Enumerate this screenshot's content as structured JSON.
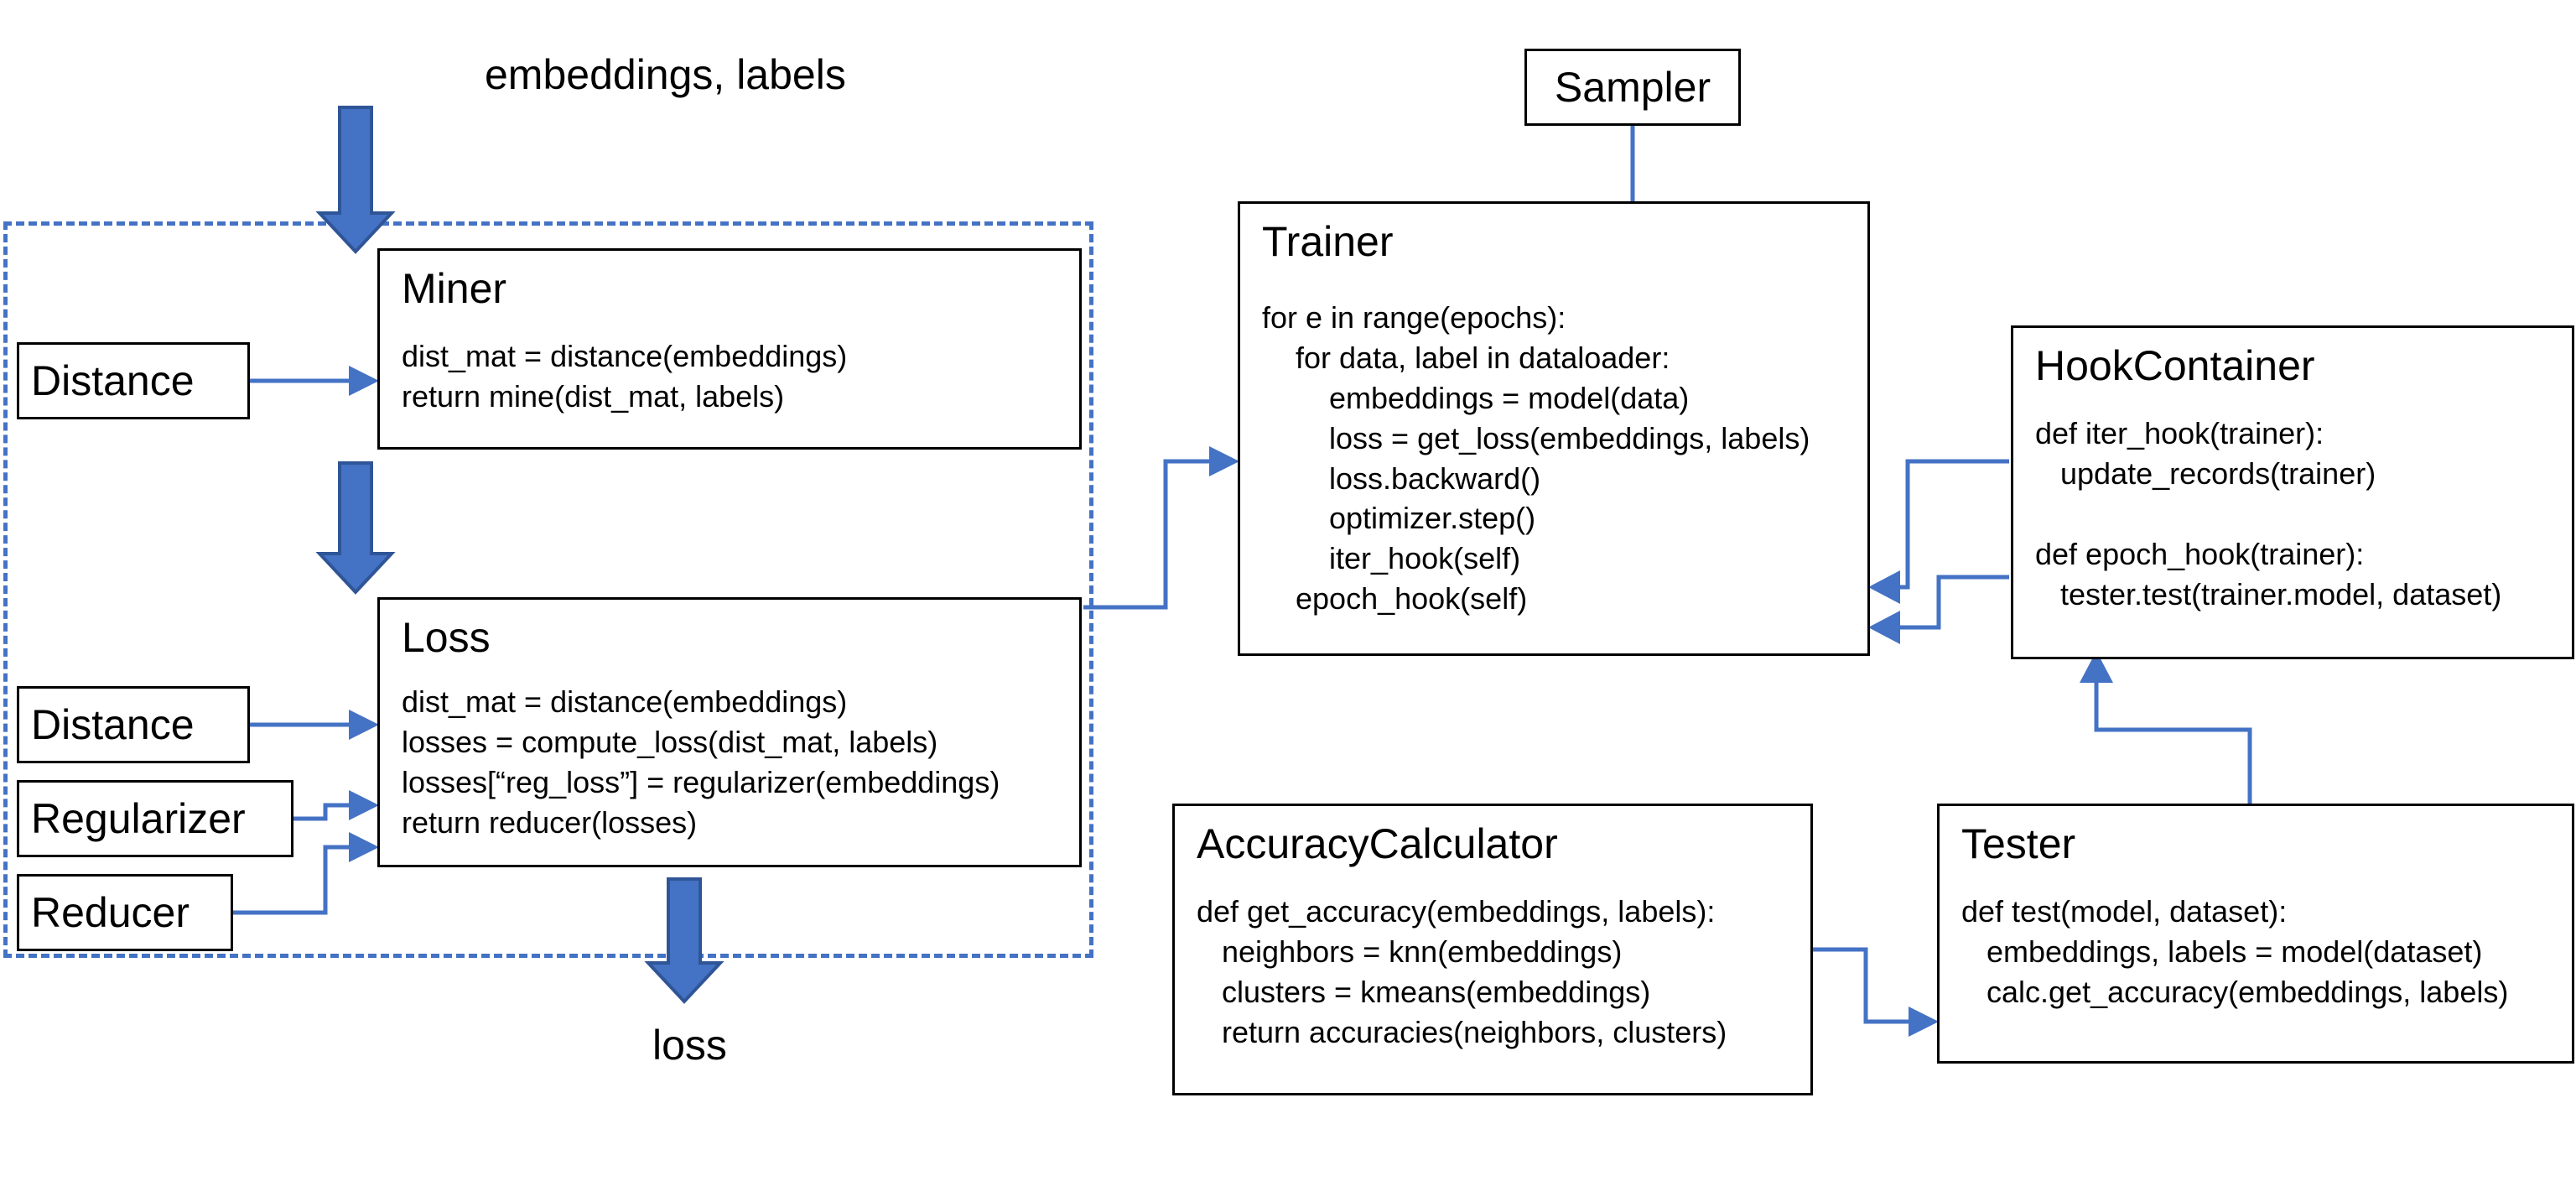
{
  "diagram": {
    "title_labels": {
      "input": "embeddings, labels",
      "output": "loss"
    },
    "boxes": [
      {
        "id": "miner",
        "title": "Miner",
        "code": "dist_mat = distance(embeddings)\nreturn mine(dist_mat, labels)"
      },
      {
        "id": "loss",
        "title": "Loss",
        "code": "dist_mat = distance(embeddings)\nlosses = compute_loss(dist_mat, labels)\nlosses[“reg_loss”] = regularizer(embeddings)\nreturn reducer(losses)"
      },
      {
        "id": "trainer",
        "title": "Trainer",
        "code": "for e in range(epochs):\n    for data, label in dataloader:\n        embeddings = model(data)\n        loss = get_loss(embeddings, labels)\n        loss.backward()\n        optimizer.step()\n        iter_hook(self)\n    epoch_hook(self)"
      },
      {
        "id": "hookcontainer",
        "title": "HookContainer",
        "code": "def iter_hook(trainer):\n   update_records(trainer)\n\ndef epoch_hook(trainer):\n   tester.test(trainer.model, dataset)"
      },
      {
        "id": "accuracycalculator",
        "title": "AccuracyCalculator",
        "code": "def get_accuracy(embeddings, labels):\n   neighbors = knn(embeddings)\n   clusters = kmeans(embeddings)\n   return accuracies(neighbors, clusters)"
      },
      {
        "id": "tester",
        "title": "Tester",
        "code": "def test(model, dataset):\n   embeddings, labels = model(dataset)\n   calc.get_accuracy(embeddings, labels)"
      }
    ],
    "small_boxes": [
      {
        "id": "distance-miner",
        "label": "Distance"
      },
      {
        "id": "distance-loss",
        "label": "Distance"
      },
      {
        "id": "regularizer",
        "label": "Regularizer"
      },
      {
        "id": "reducer",
        "label": "Reducer"
      },
      {
        "id": "sampler",
        "label": "Sampler"
      }
    ],
    "colors": {
      "accent": "#4472c4",
      "accent_dark": "#2f5597",
      "outline": "#000000",
      "background": "#ffffff"
    }
  }
}
